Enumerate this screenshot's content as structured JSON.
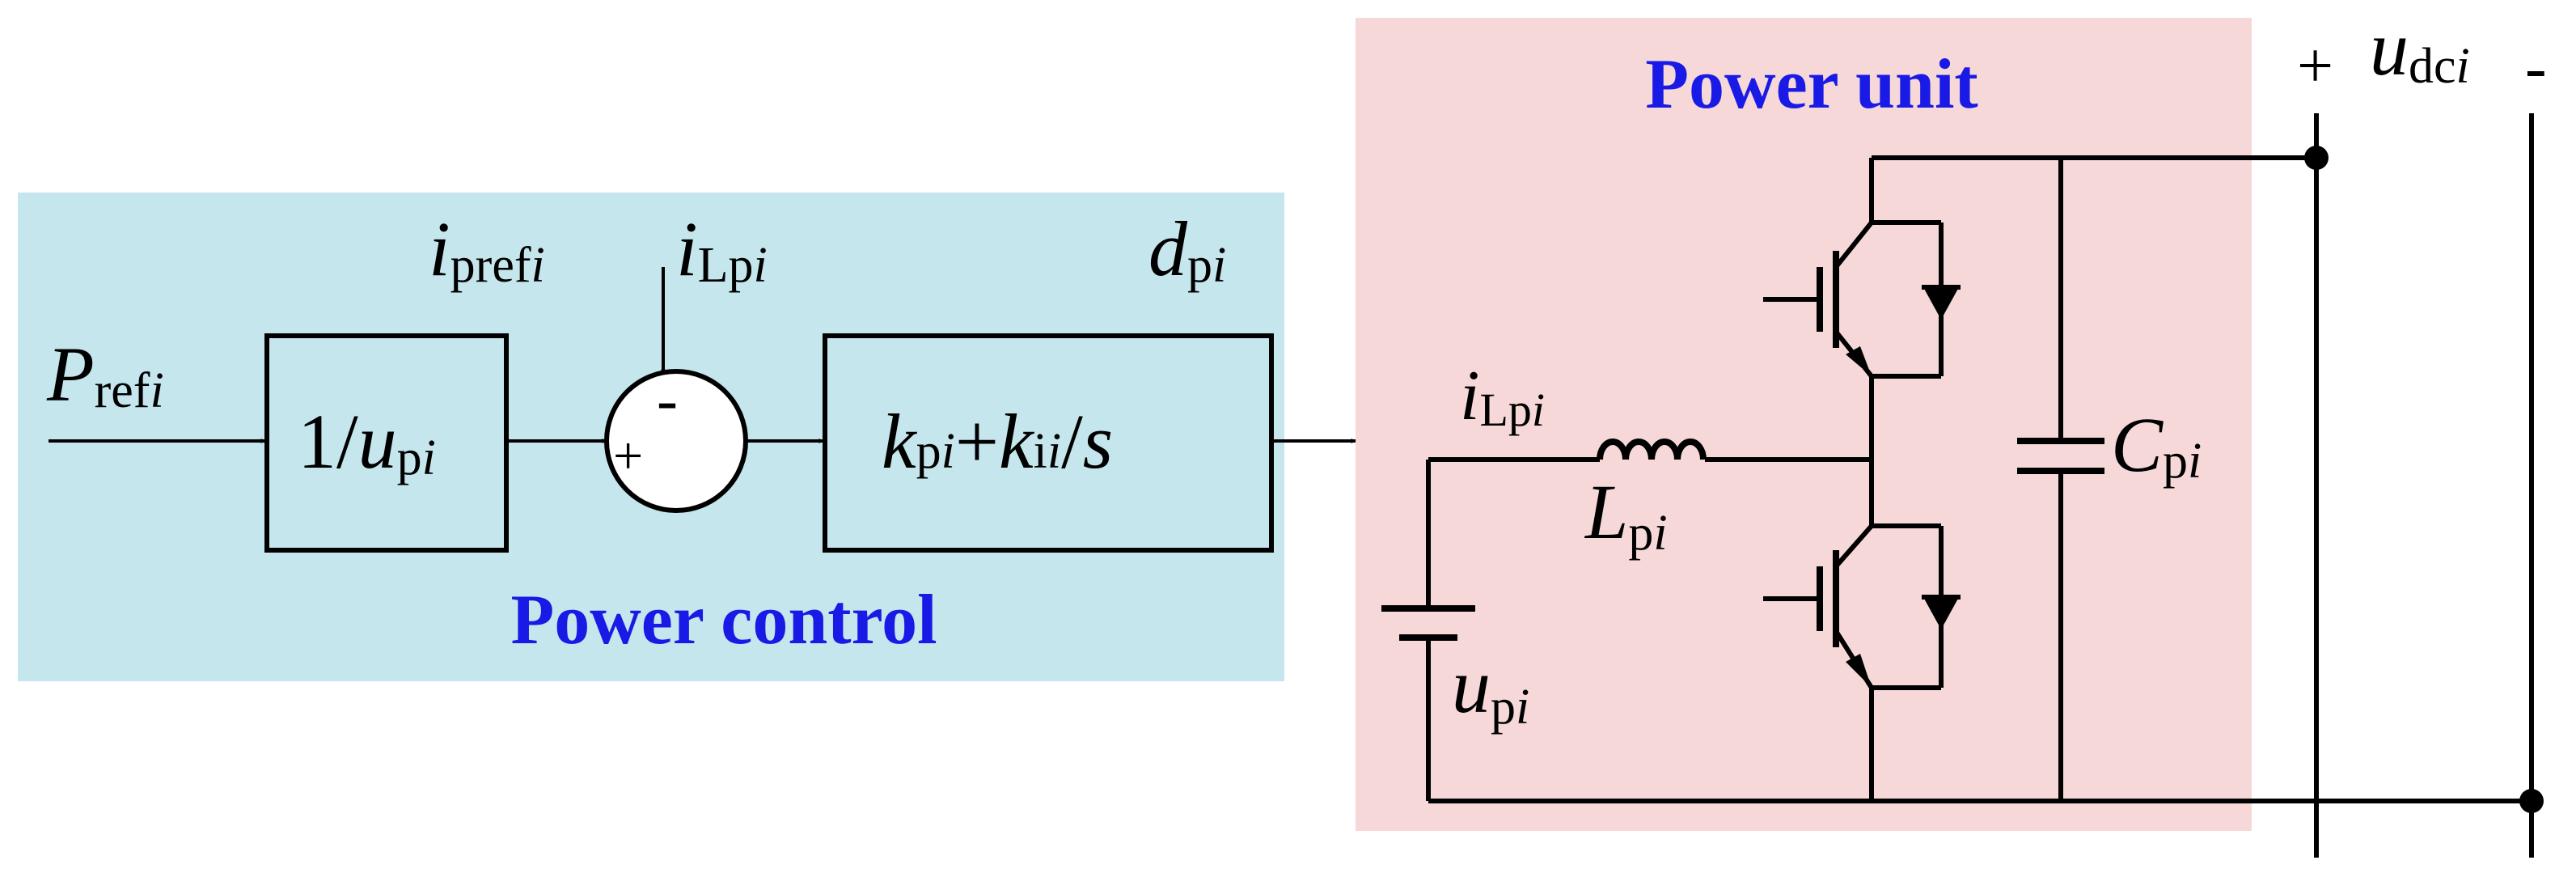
{
  "colors": {
    "control_panel": "#c5e6ec",
    "power_panel": "#f6d8d8",
    "title_text": "#1a1ae6",
    "stroke": "#000000"
  },
  "panels": {
    "control_title": "Power control",
    "power_title": "Power unit"
  },
  "control": {
    "p_ref": {
      "main": "P",
      "sub": "ref",
      "subi": "i"
    },
    "i_pref": {
      "main": "i",
      "sub": "pref",
      "subi": "i"
    },
    "i_lp_in": {
      "main": "i",
      "sub": "Lp",
      "subi": "i"
    },
    "d_p": {
      "main": "d",
      "sub": "p",
      "subi": "i"
    },
    "block1": {
      "pre": "1/",
      "var": "u",
      "sub": "p",
      "subi": "i"
    },
    "summer": {
      "plus": "+",
      "minus": "-"
    },
    "block2": {
      "k1": "k",
      "s1": "p",
      "i1": "i",
      "plus": "+",
      "k2": "k",
      "s2": "i",
      "i2": "i",
      "tail": "/",
      "s": "s"
    }
  },
  "circuit": {
    "i_lp": {
      "main": "i",
      "sub": "Lp",
      "subi": "i"
    },
    "l_p": {
      "main": "L",
      "sub": "p",
      "subi": "i"
    },
    "u_p": {
      "main": "u",
      "sub": "p",
      "subi": "i"
    },
    "c_p": {
      "main": "C",
      "sub": "p",
      "subi": "i"
    },
    "u_dc": {
      "main": "u",
      "sub": "dc",
      "subi": "i"
    },
    "plus": "+",
    "minus": "-"
  }
}
